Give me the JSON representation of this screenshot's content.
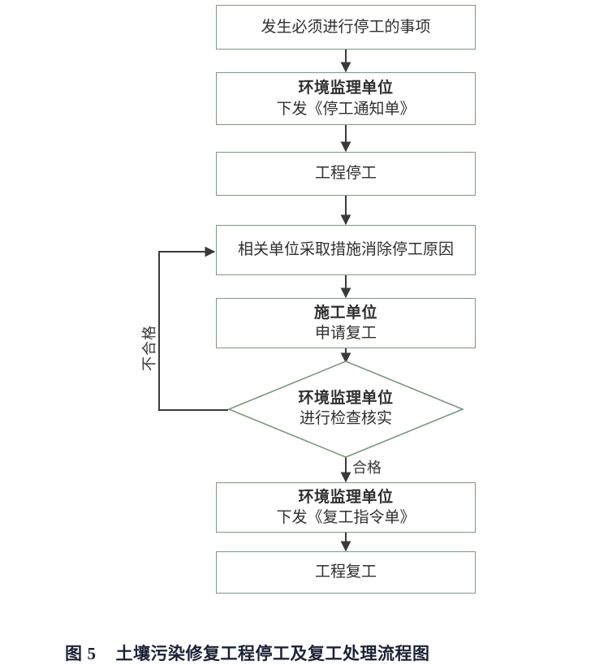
{
  "figure": {
    "caption_label": "图",
    "caption_number": "5",
    "caption_title": "土壤污染修复工程停工及复工处理流程图",
    "border_color": "#7d977f",
    "connector_color": "#3a3a3a",
    "background_color": "#ffffff"
  },
  "nodes": [
    {
      "id": "trigger-event",
      "shape": "process",
      "lines": [
        {
          "text": "发生必须进行停工的事项",
          "bold": false
        }
      ]
    },
    {
      "id": "issue-stop-notice",
      "shape": "process",
      "lines": [
        {
          "text": "环境监理单位",
          "bold": true
        },
        {
          "text": "下发《停工通知单》",
          "bold": false
        }
      ]
    },
    {
      "id": "project-stopped",
      "shape": "process",
      "lines": [
        {
          "text": "工程停工",
          "bold": false
        }
      ]
    },
    {
      "id": "remove-stop-cause",
      "shape": "process",
      "lines": [
        {
          "text": "相关单位采取措施消除停工原因",
          "bold": false
        }
      ]
    },
    {
      "id": "apply-resume",
      "shape": "process",
      "lines": [
        {
          "text": "施工单位",
          "bold": true
        },
        {
          "text": "申请复工",
          "bold": false
        }
      ]
    },
    {
      "id": "inspection-check",
      "shape": "decision",
      "lines": [
        {
          "text": "环境监理单位",
          "bold": true
        },
        {
          "text": "进行检查核实",
          "bold": false
        }
      ]
    },
    {
      "id": "issue-resume-order",
      "shape": "process",
      "lines": [
        {
          "text": "环境监理单位",
          "bold": true
        },
        {
          "text": "下发《复工指令单》",
          "bold": false
        }
      ]
    },
    {
      "id": "project-resumed",
      "shape": "process",
      "lines": [
        {
          "text": "工程复工",
          "bold": false
        }
      ]
    }
  ],
  "edge_labels": {
    "pass": "合格",
    "fail": "不合格"
  }
}
